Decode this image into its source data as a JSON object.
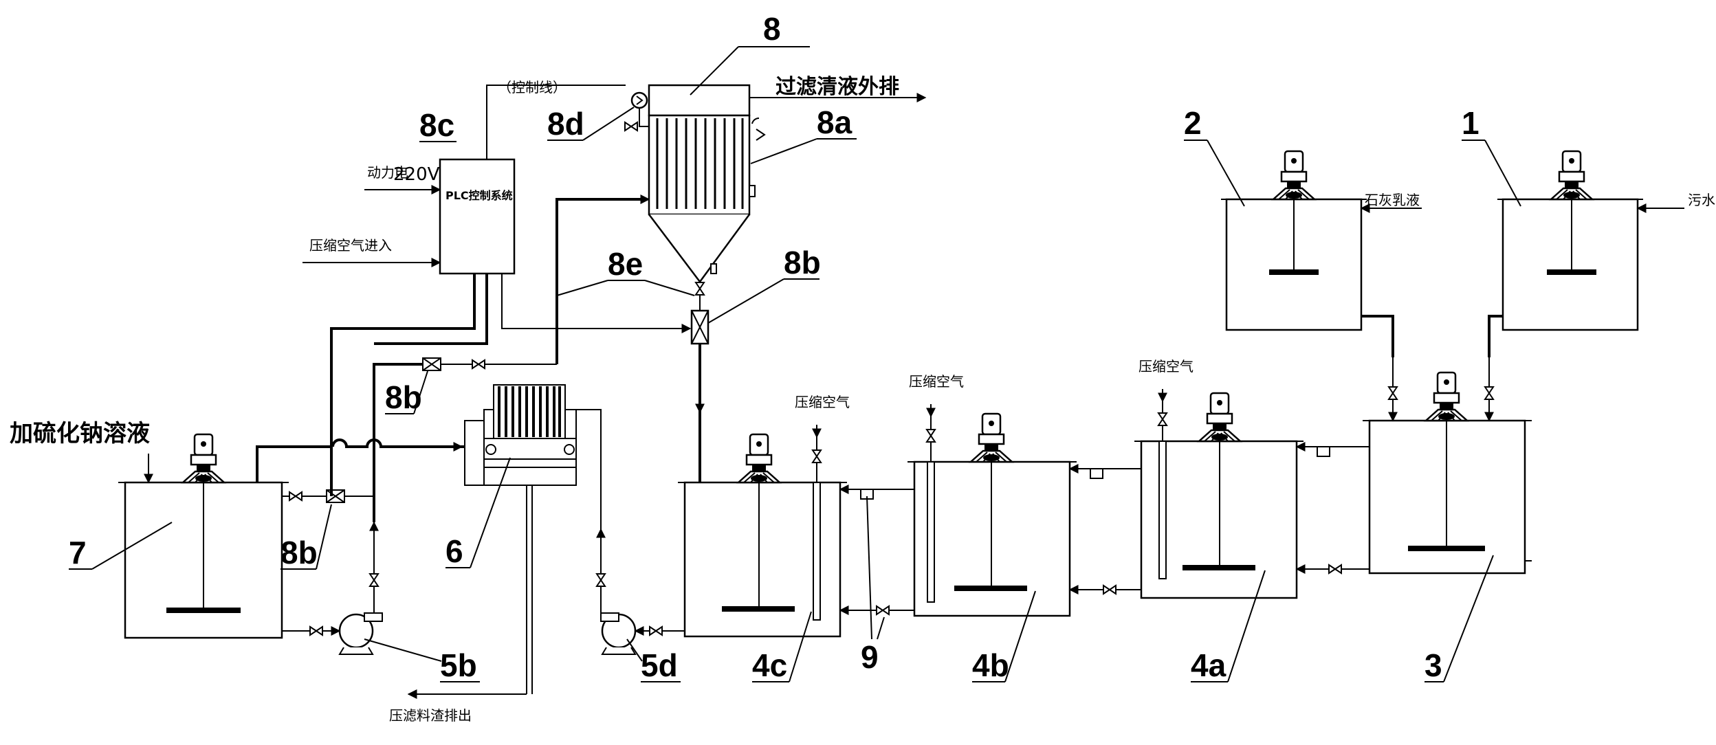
{
  "labels": {
    "n1": "1",
    "n2": "2",
    "n3": "3",
    "n4a": "4a",
    "n4b": "4b",
    "n4c": "4c",
    "n5b": "5b",
    "n5d": "5d",
    "n6": "6",
    "n7": "7",
    "n8": "8",
    "n8a": "8a",
    "n8b_top": "8b",
    "n8b_mid": "8b",
    "n8b_low": "8b",
    "n8c": "8c",
    "n8d": "8d",
    "n8e": "8e",
    "n9": "9"
  },
  "annotations": {
    "filtrate_out": "过滤清液外排",
    "sulfide_solution": "加硫化钠溶液",
    "lime_milk": "石灰乳液",
    "wastewater": "污水",
    "compressed_air": "压缩空气",
    "compressed_air_4b": "压缩空气",
    "compressed_air_4a": "压缩空气",
    "power_prefix": "动力电",
    "power_voltage": "220V",
    "plc_box": "PLC控制系统",
    "air_inlet": "压缩空气进入",
    "control_line": "（控制线）",
    "filter_residue_out": "压滤料渣排出"
  }
}
